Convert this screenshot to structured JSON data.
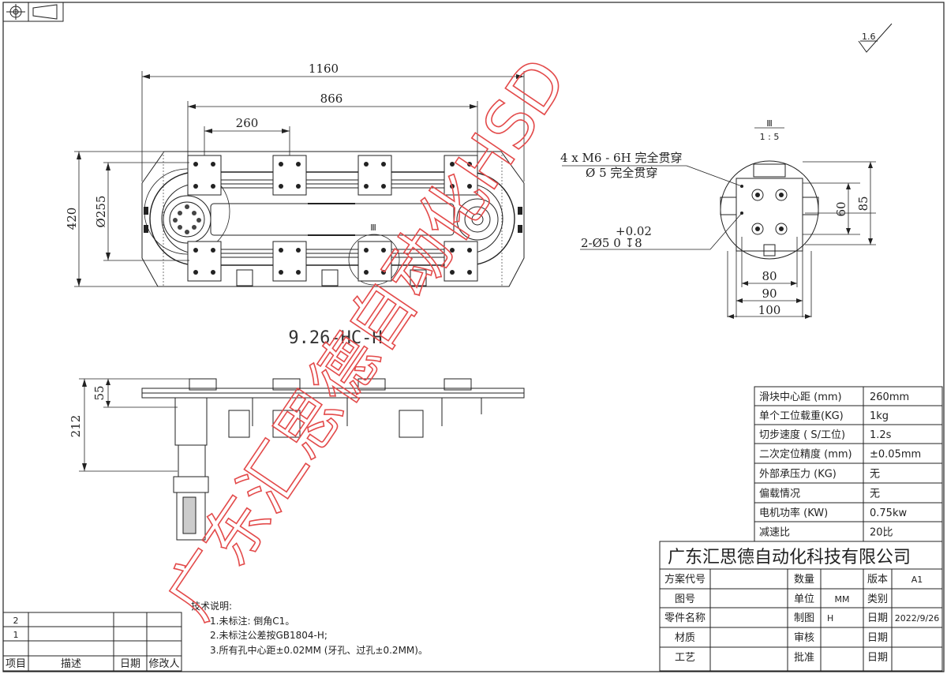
{
  "drawing": {
    "model": "9.26-HC-H",
    "detail_label": "Ⅲ",
    "detail_scale": "1 : 5",
    "roughness": "1.6",
    "dims_top": [
      "1160",
      "866",
      "260"
    ],
    "dims_left": [
      "420",
      "Ø255"
    ],
    "dims_side": [
      "212",
      "55"
    ],
    "detail_dims": [
      "80",
      "90",
      "100",
      "60",
      "85"
    ],
    "callout_holes_1": "4 x  M6 - 6H 完全贯穿",
    "callout_holes_2": "Ø 5 完全贯穿",
    "callout_pin": "2-Ø5  0   ↧8",
    "callout_pin_tol": "+0.02"
  },
  "specs": [
    {
      "label": "滑块中心距 (mm)",
      "value": "260mm"
    },
    {
      "label": "单个工位载重(KG)",
      "value": "1kg"
    },
    {
      "label": "切步速度 ( S/工位)",
      "value": "1.2s"
    },
    {
      "label": "二次定位精度 (mm)",
      "value": "±0.05mm"
    },
    {
      "label": "外部承压力 (KG)",
      "value": "无"
    },
    {
      "label": "偏载情况",
      "value": "无"
    },
    {
      "label": "电机功率 (KW)",
      "value": "0.75kw"
    },
    {
      "label": "减速比",
      "value": "20比"
    }
  ],
  "title_block": {
    "company": "广东汇思德自动化科技有限公司",
    "r1": [
      "方案代号",
      "数量",
      "版本",
      "A1"
    ],
    "r2": [
      "图号",
      "单位",
      "MM",
      "类别"
    ],
    "r3": [
      "零件名称",
      "制图",
      "H",
      "日期",
      "2022/9/26"
    ],
    "r4": [
      "材质",
      "审核",
      "日期"
    ],
    "r5": [
      "工艺",
      "批准",
      "日期"
    ]
  },
  "revision": {
    "rows": [
      "2",
      "1"
    ],
    "headers": [
      "项目",
      "描述",
      "日期",
      "修改人"
    ]
  },
  "notes": {
    "title": "技术说明:",
    "items": [
      "1.未标注: 倒角C1。",
      "2.未标注公差按GB1804-H;",
      "3.所有孔中心距±0.02MM (牙孔、过孔±0.2MM)。"
    ]
  },
  "watermark": {
    "line1": "广东汇思德自动化HSD"
  },
  "colors": {
    "line": "#222222",
    "watermark": "#e34a4a"
  }
}
